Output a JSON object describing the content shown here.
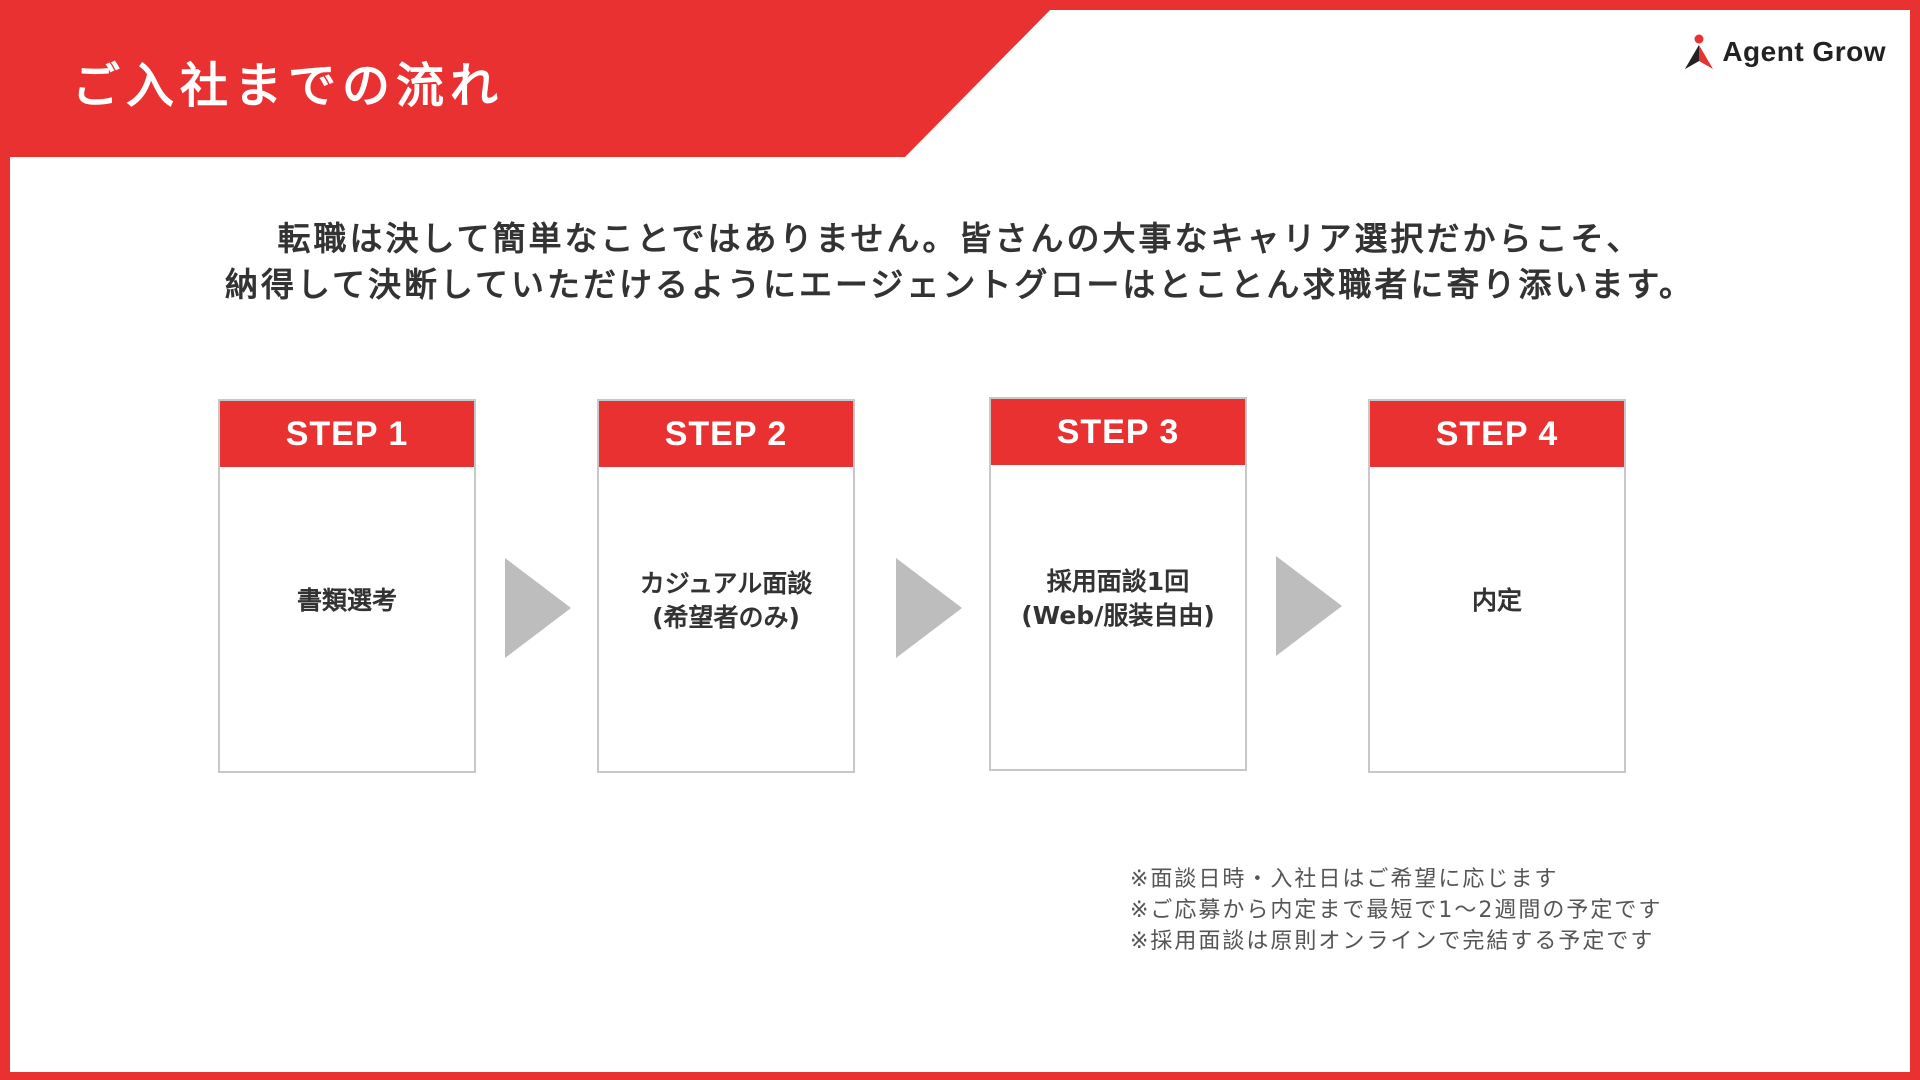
{
  "header": {
    "title": "ご入社までの流れ",
    "brand_color": "#EA3131"
  },
  "logo": {
    "text": "Agent Grow",
    "icon": "person-arrow-icon"
  },
  "intro": {
    "line1": "転職は決して簡単なことではありません。皆さんの大事なキャリア選択だからこそ、",
    "line2": "納得して決断していただけるようにエージェントグローはとことん求職者に寄り添います。"
  },
  "steps": [
    {
      "label": "STEP 1",
      "text": "書類選考"
    },
    {
      "label": "STEP 2",
      "text": "カジュアル面談\n(希望者のみ)"
    },
    {
      "label": "STEP 3",
      "text": "採用面談1回\n(Web/服装自由)"
    },
    {
      "label": "STEP 4",
      "text": "内定"
    }
  ],
  "notes": [
    "※面談日時・入社日はご希望に応じます",
    "※ご応募から内定まで最短で1～2週間の予定です",
    "※採用面談は原則オンラインで完結する予定です"
  ]
}
